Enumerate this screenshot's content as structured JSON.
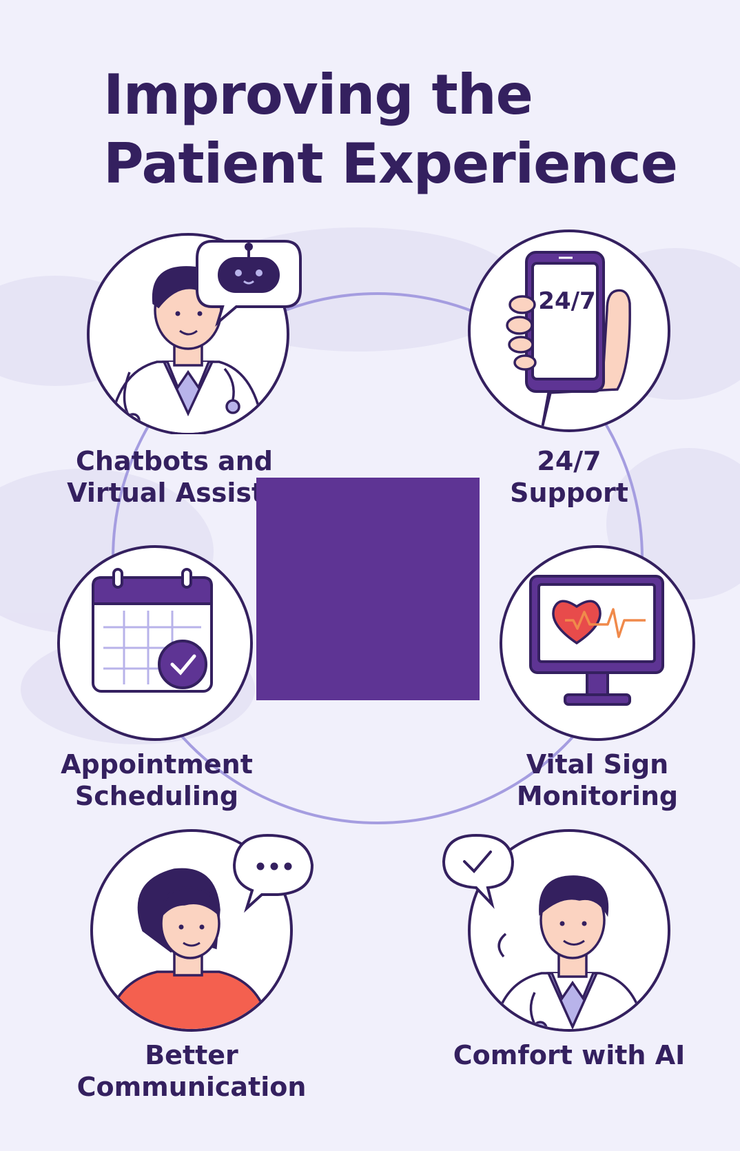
{
  "title": {
    "line1": "Improving the",
    "line2": "Patient Experience"
  },
  "items": [
    {
      "line1": "Chatbots and",
      "line2": "Virtual Assista",
      "icon": "doctor-chatbot-icon"
    },
    {
      "line1": "24/7",
      "line2": "Support",
      "icon": "phone-247-icon",
      "badge": "24/7"
    },
    {
      "line1": "Appointment",
      "line2": "Scheduling",
      "icon": "calendar-check-icon"
    },
    {
      "line1": "Vital Sign",
      "line2": "Monitoring",
      "icon": "heart-monitor-icon"
    },
    {
      "line1": "Better",
      "line2": "Communication",
      "icon": "patient-speech-icon"
    },
    {
      "line1": "Comfort with AI",
      "line2": "",
      "icon": "doctor-check-icon"
    }
  ],
  "colors": {
    "primary": "#34205f",
    "accent": "#5e3494",
    "ring": "#a59de0",
    "background": "#f1f0fb",
    "heart": "#e84b4b",
    "shirt": "#f4604f"
  }
}
